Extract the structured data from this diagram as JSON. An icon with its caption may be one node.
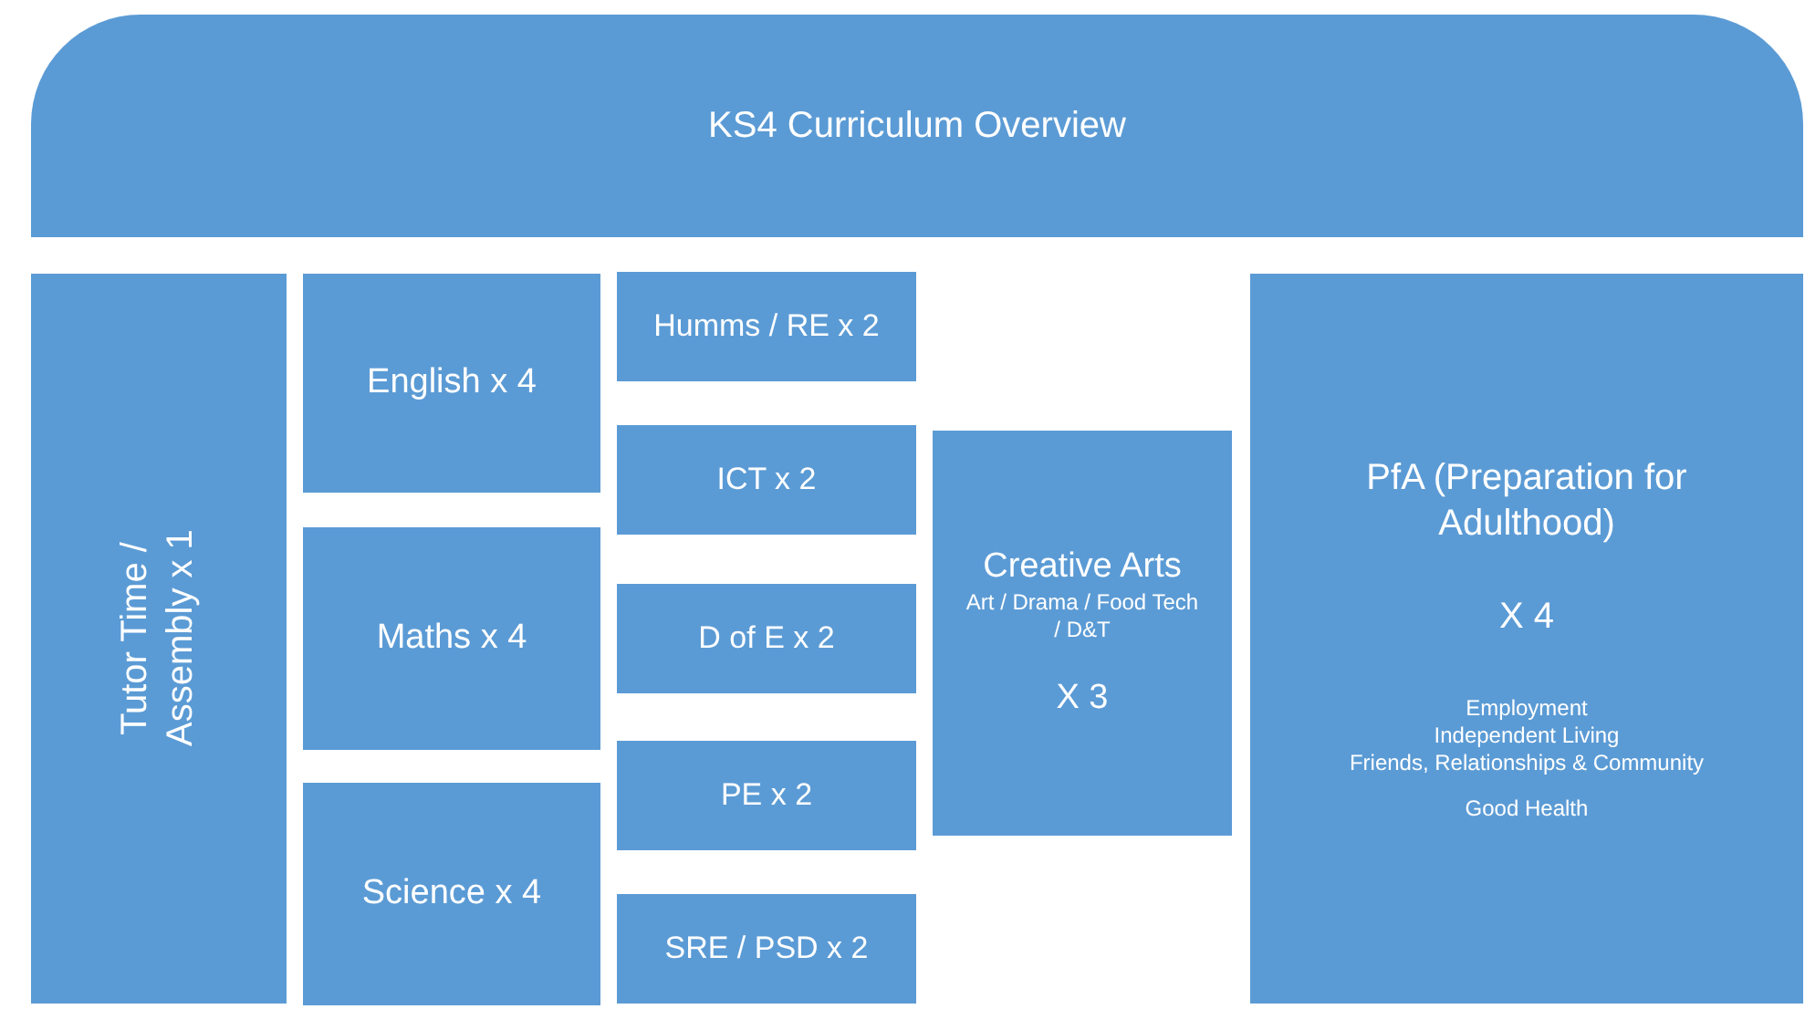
{
  "diagram": {
    "nodes": [
      {
        "text": [
          "KS4 Curriculum Overview"
        ]
      },
      {
        "text": [
          "Tutor Time / Assembly x 1"
        ]
      },
      {
        "text": [
          "English x 4"
        ]
      },
      {
        "text": [
          "Maths x 4"
        ]
      },
      {
        "text": [
          "Science x 4"
        ]
      },
      {
        "text": [
          "Humms / RE x 2"
        ]
      },
      {
        "text": [
          "ICT x 2"
        ]
      },
      {
        "text": [
          "D of E x 2"
        ]
      },
      {
        "text": [
          "PE x 2"
        ]
      },
      {
        "text": [
          "SRE / PSD x 2"
        ]
      },
      {
        "text": [
          "Creative Arts",
          "Art / Drama / Food Tech / D&T",
          "X 3"
        ]
      },
      {
        "text": [
          "PfA (Preparation for Adulthood)",
          "X 4",
          "Employment",
          "Independent Living",
          "Friends, Relationships & Community",
          "Good Health"
        ]
      }
    ]
  }
}
